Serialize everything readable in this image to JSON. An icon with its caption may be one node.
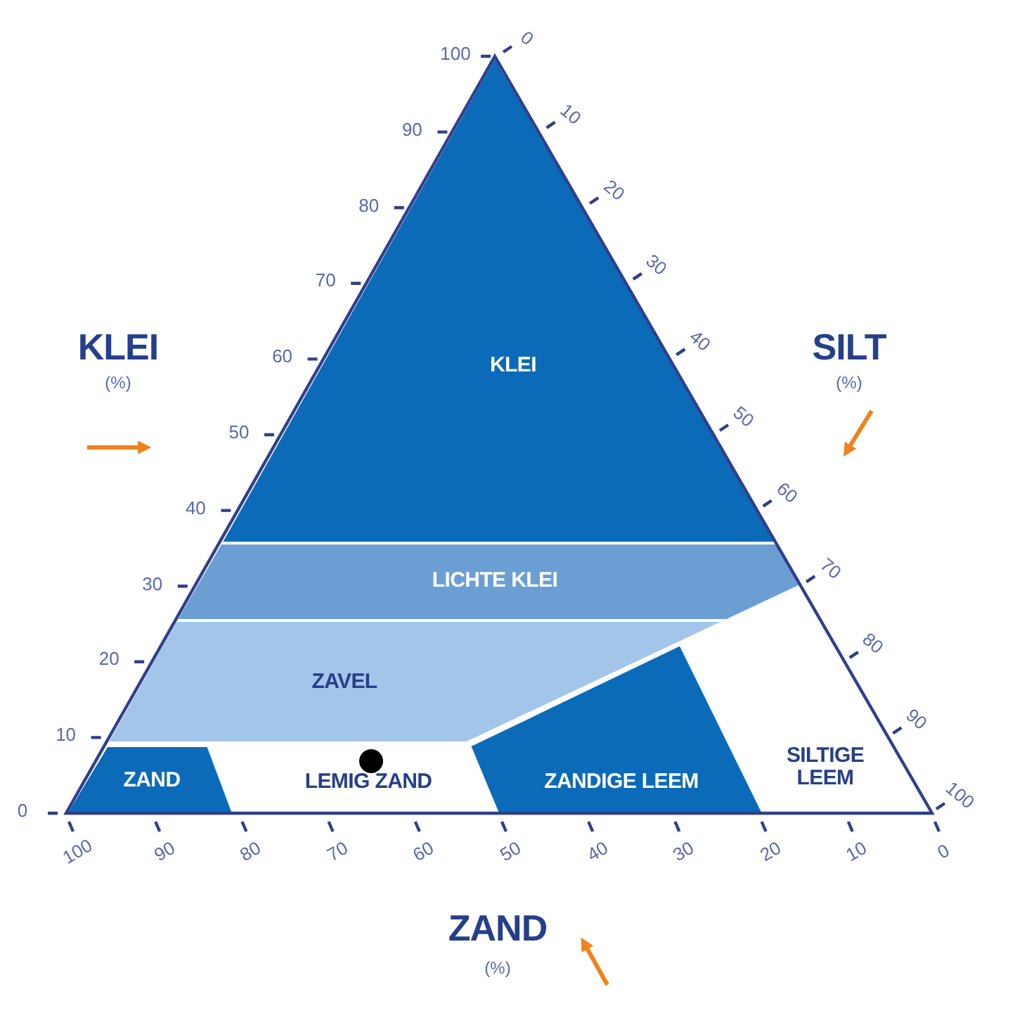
{
  "diagram": {
    "nodes": [
      {
        "text": [
          "KLEI"
        ]
      },
      {
        "text": [
          "LICHTE KLEI"
        ]
      },
      {
        "text": [
          "ZAVEL"
        ]
      },
      {
        "text": [
          "ZAND"
        ]
      },
      {
        "text": [
          "LEMIG ZAND"
        ]
      },
      {
        "text": [
          "ZANDIGE LEEM"
        ]
      },
      {
        "text": [
          "SILTIGE LEEM"
        ]
      }
    ],
    "labels": [
      "100",
      "90",
      "80",
      "70",
      "60",
      "50",
      "40",
      "30",
      "20",
      "10",
      "0",
      "0",
      "10",
      "20",
      "30",
      "40",
      "50",
      "60",
      "70",
      "80",
      "90",
      "100",
      "100",
      "90",
      "80",
      "70",
      "60",
      "50",
      "40",
      "30",
      "20",
      "10",
      "0",
      "KLEI",
      "(%)",
      "SILT",
      "(%)",
      "ZAND",
      "(%)"
    ]
  }
}
